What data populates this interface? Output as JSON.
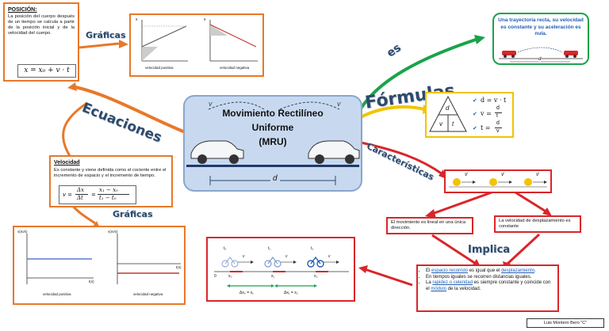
{
  "center": {
    "title_line1": "Movimiento Rectilíneo",
    "title_line2": "Uniforme",
    "title_line3": "(MRU)",
    "v_left": "v",
    "v_right": "v",
    "d_label": "d"
  },
  "labels": {
    "ecuaciones": "Ecuaciones",
    "graficas_top": "Gráficas",
    "graficas_bottom": "Gráficas",
    "es": "es",
    "formulas": "Fórmulas",
    "caracteristicas": "Características",
    "implica": "Implica"
  },
  "posicion": {
    "title": "POSICIÓN:",
    "text": "La posición del cuerpo después de un tiempo se calcula a partir de la posición inicial y de la velocidad del cuerpo.",
    "formula": "x = x₀ + v · t"
  },
  "velocidad": {
    "title": "Velocidad",
    "text": "Es constante y viene definida como el cociente entre el incremento de espacio y el incremento de tiempo.",
    "formula_lhs": "v =",
    "f1_num": "Δx",
    "f1_den": "Δt",
    "f2_num": "x₁ − x₀",
    "f2_den": "t₁ − t₀"
  },
  "es_box": {
    "text": "Una trayectoria recta, su velocidad es constante y su aceleración es nula.",
    "d_label": "d"
  },
  "formulas_box": {
    "tri_top": "d",
    "tri_left": "v",
    "tri_right": "t",
    "f1": "d = v · t",
    "f2_lhs": "v =",
    "f2_num": "d",
    "f2_den": "t",
    "f3_lhs": "t =",
    "f3_num": "d",
    "f3_den": "v"
  },
  "char_box": {
    "v_labels": [
      "v⃗",
      "v⃗",
      "v⃗"
    ]
  },
  "lineal_box": {
    "text": "El movimiento es lineal en una única dirección."
  },
  "velocidad_const_box": {
    "text": "La velocidad de desplazamiento es constante"
  },
  "implica_box": {
    "items": [
      {
        "pre": "El ",
        "link1": "espacio recorrido",
        "mid": " es igual que el ",
        "link2": "desplazamiento",
        "post": "."
      },
      {
        "pre": "En tiempos iguales se recorren distancias iguales.",
        "link1": "",
        "mid": "",
        "link2": "",
        "post": ""
      },
      {
        "pre": "La ",
        "link1": "rapidez o celeridad",
        "mid": " es siempre constante y coincide con el ",
        "link2": "módulo",
        "post": " de la velocidad."
      }
    ]
  },
  "moto_box": {
    "t_labels": [
      "t₀",
      "t₁",
      "t₂"
    ],
    "v_labels": [
      "v",
      "v",
      "v"
    ],
    "x_labels": [
      "0",
      "x₀",
      "x₁",
      "x₂"
    ],
    "delta1": "Δx₀ = x₁",
    "delta2": "Δx₁ = x₂"
  },
  "graph_top_left": {
    "ylabel": "x",
    "caption": "velocidad positiva"
  },
  "graph_top_right": {
    "ylabel": "x",
    "caption": "velocidad negativa"
  },
  "graph_bottom_left": {
    "ylabel": "v(m/s)",
    "caption": "velocidad positiva",
    "t_label": "t(s)"
  },
  "graph_bottom_right": {
    "ylabel": "v(m/s)",
    "caption": "velocidad negativa",
    "t_label": "t(s)"
  },
  "credit": "Luis Montero Bero \"C\"",
  "colors": {
    "orange": "#e8782a",
    "red": "#d9262a",
    "green": "#1aa34a",
    "yellow": "#f2c400",
    "center_bg": "#c8d9ef",
    "center_border": "#8aa6cc",
    "title_blue": "#2d4a6b"
  }
}
